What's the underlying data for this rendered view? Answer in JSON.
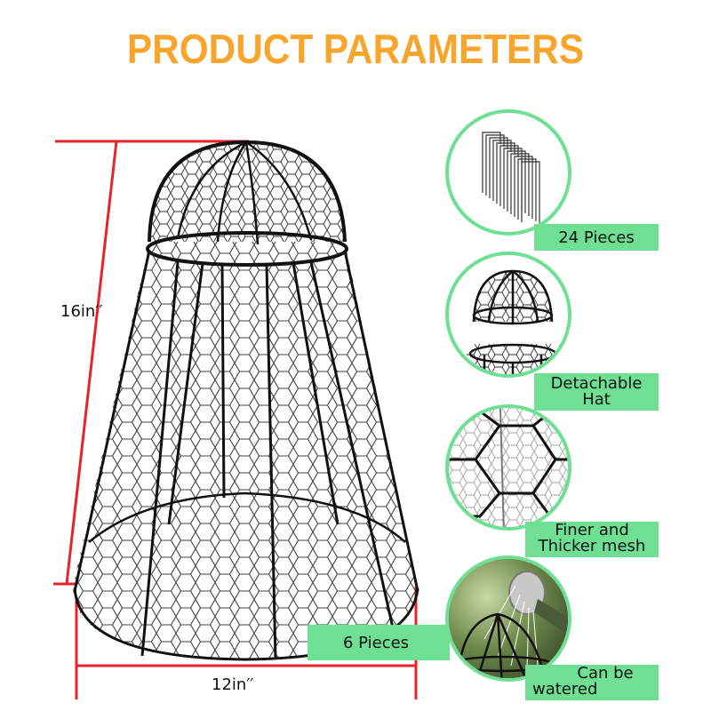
{
  "header": {
    "title": "PRODUCT PARAMETERS",
    "title_color": "#f7a52d"
  },
  "product": {
    "name": "chicken wire cloche",
    "height_label": "16in′′",
    "width_label": "12in′′",
    "quantity_label": "6 Pieces"
  },
  "features": [
    {
      "id": "stakes",
      "icon": "garden-stakes-image",
      "label": "24 Pieces"
    },
    {
      "id": "hat",
      "icon": "detachable-hat-image",
      "label_line1": "Detachable",
      "label_line2": "Hat"
    },
    {
      "id": "mesh",
      "icon": "mesh-closeup-image",
      "label_line1": "Finer and",
      "label_line2": "Thicker mesh"
    },
    {
      "id": "water",
      "icon": "watering-can-image",
      "label_line1": "Can be",
      "label_line2": "watered"
    }
  ],
  "colors": {
    "accent_green": "#6fe093",
    "dimension_red": "#e8232b",
    "wire_black": "#111111"
  }
}
